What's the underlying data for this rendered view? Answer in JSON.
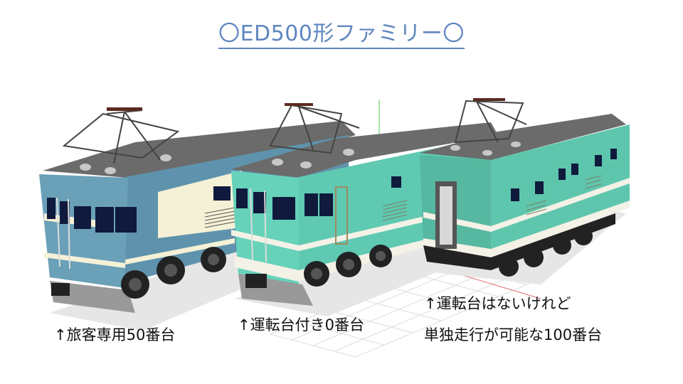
{
  "title": "〇ED500形ファミリー〇",
  "colors": {
    "title": "#5f86bf",
    "loco50_body": "#5f93ad",
    "loco50_cream": "#f5f1d6",
    "loco0_body": "#5fc9b2",
    "loco100_body": "#5ec6ad",
    "stripe": "#f4f1e6",
    "roof": "#6b6b6b",
    "window": "#0f1a3d",
    "bogie": "#222222"
  },
  "models": [
    {
      "id": "50",
      "caption": "↑旅客専用50番台"
    },
    {
      "id": "0",
      "caption": "↑運転台付き0番台"
    },
    {
      "id": "100",
      "caption_line1": "↑運転台はないけれど",
      "caption_line2": "単独走行が可能な100番台"
    }
  ]
}
